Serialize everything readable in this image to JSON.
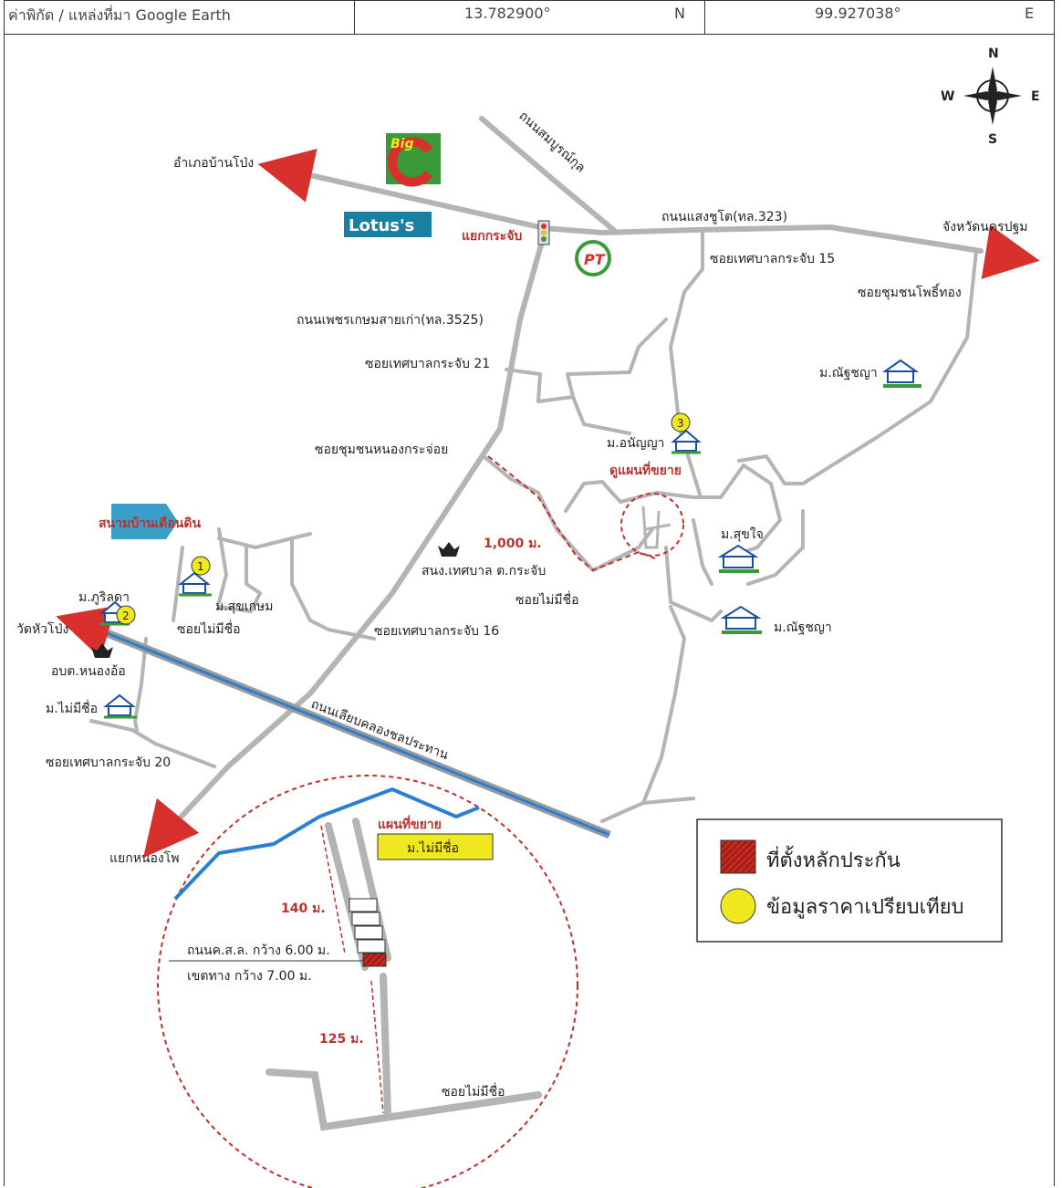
{
  "coords": {
    "source_label": "ค่าพิกัด / แหล่งที่มา Google Earth",
    "lat": "13.782900°",
    "lat_dir": "N",
    "lon": "99.927038°",
    "lon_dir": "E"
  },
  "compass": {
    "n": "N",
    "s": "S",
    "e": "E",
    "w": "W"
  },
  "brands": {
    "bigc": "Big",
    "lotus": "Lotus's",
    "pt": "PT"
  },
  "places": {
    "ban_pong": "อำเภอบ้านโป่ง",
    "nakhon_pathom": "จังหวัดนครปฐม",
    "krachap_junction": "แยกกระจับ",
    "nong_pho_junction": "แยกหนองโพ",
    "wat_hua_pong": "วัดหัวโป่ง",
    "obt_nong_o": "อบต.หนองอ้อ",
    "sno_krachap": "สนง.เทศบาล ต.กระจับ",
    "stadium": "สนามบ้านเดือนดิน"
  },
  "roads": {
    "sombunkul": "ถนนสมบูรณ์กุล",
    "saengchuto": "ถนนแสงชูโต(ทล.323)",
    "soi15": "ซอยเทศบาลกระจับ 15",
    "soi_pho_thong": "ซอยชุมชนโพธิ์ทอง",
    "phetkasem_old": "ถนนเพชรเกษมสายเก่า(ทล.3525)",
    "soi21": "ซอยเทศบาลกระจับ 21",
    "soi_nong_krachoi": "ซอยชุมชนหนองกระจ่อย",
    "soi_no_name": "ซอยไม่มีชื่อ",
    "soi16": "ซอยเทศบาลกระจับ 16",
    "soi20": "ซอยเทศบาลกระจับ 20",
    "canal_road": "ถนนเลียบคลองชลประทาน"
  },
  "villages": {
    "m_chatchaya": "ม.ณัฐชญา",
    "m_anunya": "ม.อนัญญา",
    "m_sukjai": "ม.สุขใจ",
    "m_phurilada": "ม.ภูริลดา",
    "m_sukkasem": "ม.สุขเกษม",
    "m_mai_mee_chue": "ม.ไม่มีชื่อ"
  },
  "markers": {
    "one": "1",
    "two": "2",
    "three": "3"
  },
  "annotations": {
    "distance_1000": "1,000 ม.",
    "see_inset": "ดูแผนที่ขยาย",
    "inset_title": "แผนที่ขยาย",
    "inset_village": "ม.ไม่มีชื่อ",
    "distance_140": "140 ม.",
    "distance_125": "125 ม.",
    "road_width": "ถนนค.ส.ล. กว้าง 6.00 ม.",
    "row_width": "เขตทาง กว้าง 7.00 ม."
  },
  "legend": {
    "collateral": "ที่ตั้งหลักประกัน",
    "comparable": "ข้อมูลราคาเปรียบเทียบ"
  },
  "colors": {
    "road": "#b4b4b4",
    "canal": "#2a7fd4",
    "arrow": "#d8302c",
    "marker": "#f0e81e",
    "collateral": "#c02820",
    "stadium": "#3a9fc8"
  }
}
